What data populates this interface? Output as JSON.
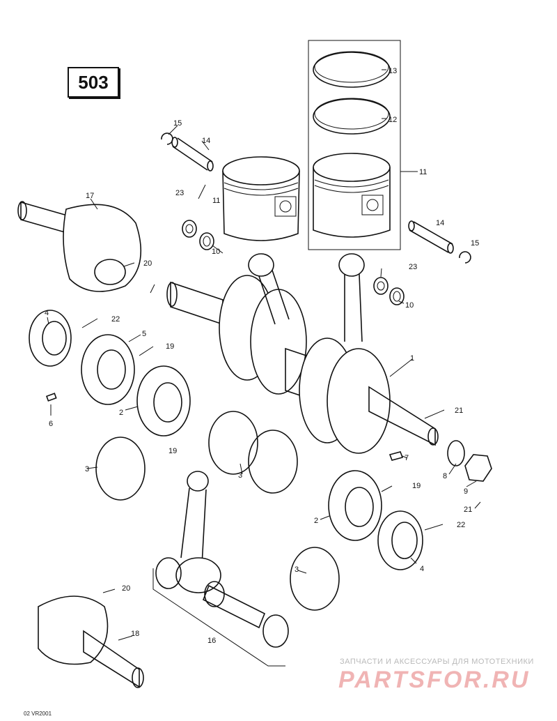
{
  "page_number": "503",
  "doc_code": "02 VR2001",
  "watermark": {
    "caption": "ЗАПЧАСТИ И АКСЕССУАРЫ ДЛЯ МОТОТЕХНИКИ",
    "logo": "PARTSFOR.RU",
    "color": "#f0b4b4"
  },
  "callouts": {
    "c1": "1",
    "c2a": "2",
    "c2b": "2",
    "c3a": "3",
    "c3b": "3",
    "c3c": "3",
    "c4a": "4",
    "c4b": "4",
    "c5": "5",
    "c6": "6",
    "c7": "7",
    "c8": "8",
    "c9": "9",
    "c10a": "10",
    "c10b": "10",
    "c11a": "11",
    "c11b": "11",
    "c12": "12",
    "c13": "13",
    "c14a": "14",
    "c14b": "14",
    "c15a": "15",
    "c15b": "15",
    "c16": "16",
    "c17": "17",
    "c18": "18",
    "c19a": "19",
    "c19b": "19",
    "c19c": "19",
    "c20a": "20",
    "c20b": "20",
    "c21a": "21",
    "c21b": "21",
    "c22a": "22",
    "c22b": "22",
    "c23a": "23",
    "c23b": "23"
  }
}
